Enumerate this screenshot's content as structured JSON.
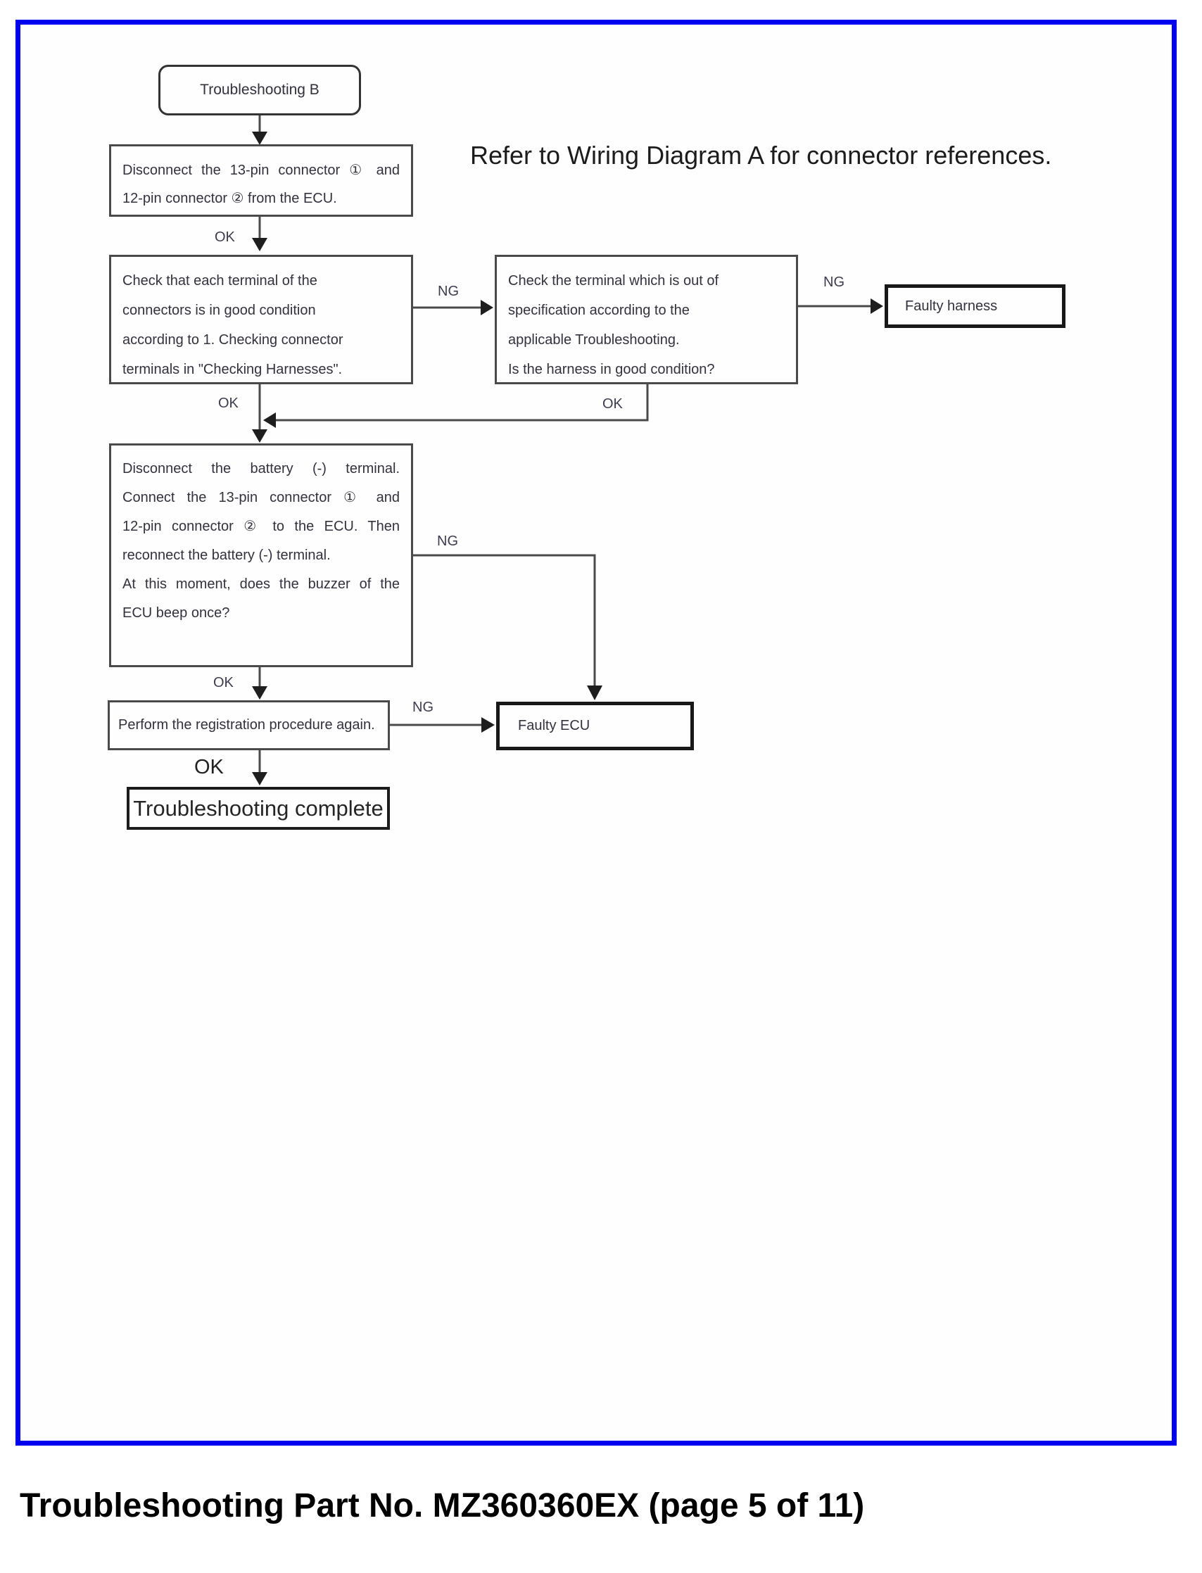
{
  "page": {
    "caption": "Troubleshooting Part No. MZ360360EX (page 5 of 11)",
    "note": "Refer to Wiring Diagram A for connector references.",
    "border_color": "#0000ef"
  },
  "labels": {
    "ok": "OK",
    "ng": "NG"
  },
  "nodes": {
    "start": {
      "label": "Troubleshooting B"
    },
    "step1": {
      "lines": [
        "Disconnect the 13-pin connector ① and",
        "12-pin connector ② from the ECU."
      ]
    },
    "step2": {
      "lines": [
        "Check that each terminal of the",
        "connectors is in good condition",
        "according to 1. Checking connector",
        "terminals in \"Checking Harnesses\"."
      ]
    },
    "check_harness": {
      "lines": [
        "Check the terminal which is out of",
        "specification according to the",
        "applicable Troubleshooting.",
        "Is the harness in good condition?"
      ]
    },
    "faulty_harness": {
      "label": "Faulty harness"
    },
    "step3": {
      "lines": [
        "Disconnect the battery (-) terminal.",
        "Connect the 13-pin connector ① and",
        "12-pin connector ② to the ECU. Then",
        "reconnect the battery (-) terminal.",
        "At this moment, does the buzzer of the",
        "ECU beep once?"
      ]
    },
    "step4": {
      "label": "Perform the registration procedure again."
    },
    "faulty_ecu": {
      "label": "Faulty ECU"
    },
    "complete": {
      "label": "Troubleshooting complete"
    }
  }
}
